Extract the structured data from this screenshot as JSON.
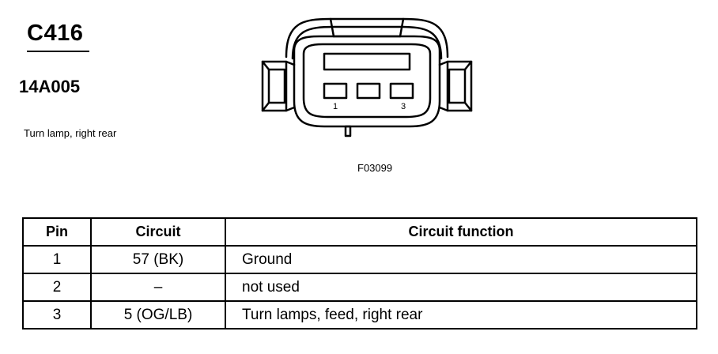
{
  "connector": {
    "id": "C416",
    "part_number": "14A005",
    "description": "Turn lamp, right rear",
    "figure_code": "F03099"
  },
  "diagram": {
    "pin_labels": [
      "1",
      "3"
    ]
  },
  "table": {
    "headers": {
      "pin": "Pin",
      "circuit": "Circuit",
      "function": "Circuit function"
    },
    "rows": [
      {
        "pin": "1",
        "circuit": "57 (BK)",
        "function": "Ground"
      },
      {
        "pin": "2",
        "circuit": "–",
        "function": "not used"
      },
      {
        "pin": "3",
        "circuit": "5 (OG/LB)",
        "function": "Turn lamps, feed, right rear"
      }
    ]
  }
}
